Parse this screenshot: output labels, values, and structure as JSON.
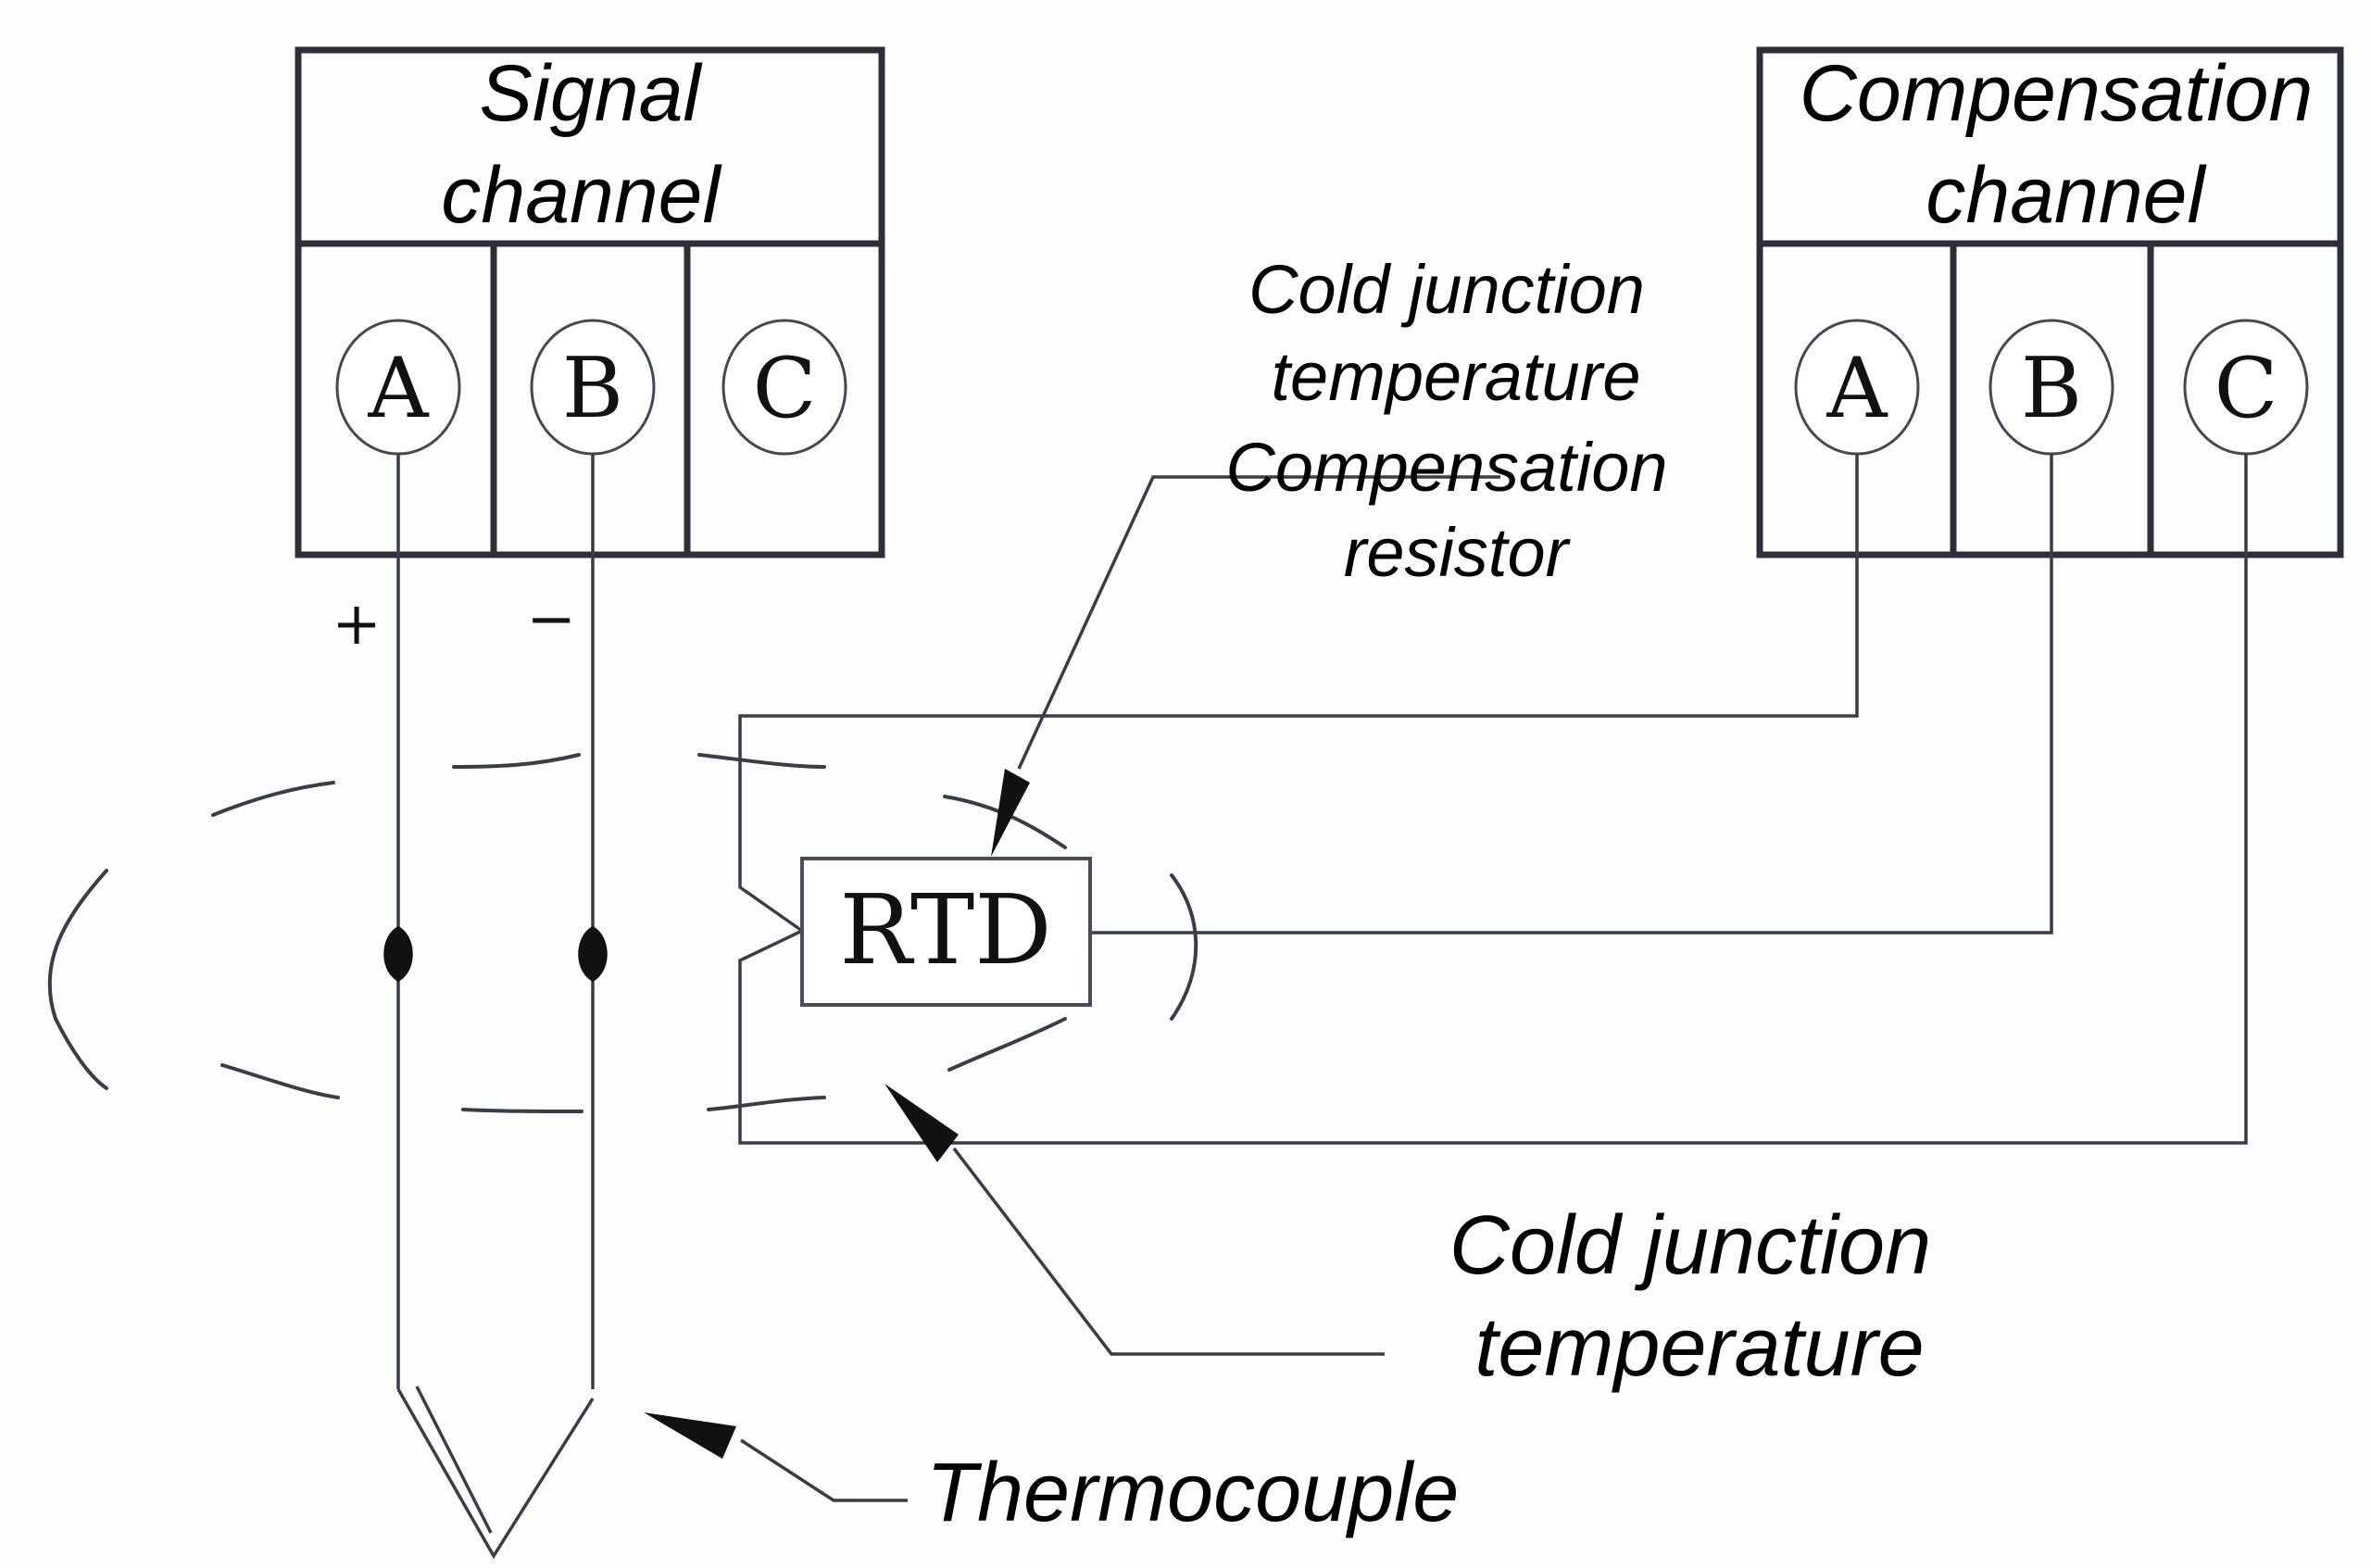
{
  "signal_channel": {
    "title_line1": "Signal",
    "title_line2": "channel",
    "terminals": [
      "A",
      "B",
      "C"
    ],
    "polarity": [
      "+",
      "−"
    ]
  },
  "compensation_channel": {
    "title_line1": "Compensation",
    "title_line2": "channel",
    "terminals": [
      "A",
      "B",
      "C"
    ]
  },
  "rtd": {
    "label": "RTD"
  },
  "labels": {
    "cjc_resistor": [
      "Cold junction",
      "temperature",
      "Compensation",
      "resistor"
    ],
    "cold_junction": [
      "Cold junction",
      "temperature"
    ],
    "thermocouple": "Thermocouple"
  }
}
